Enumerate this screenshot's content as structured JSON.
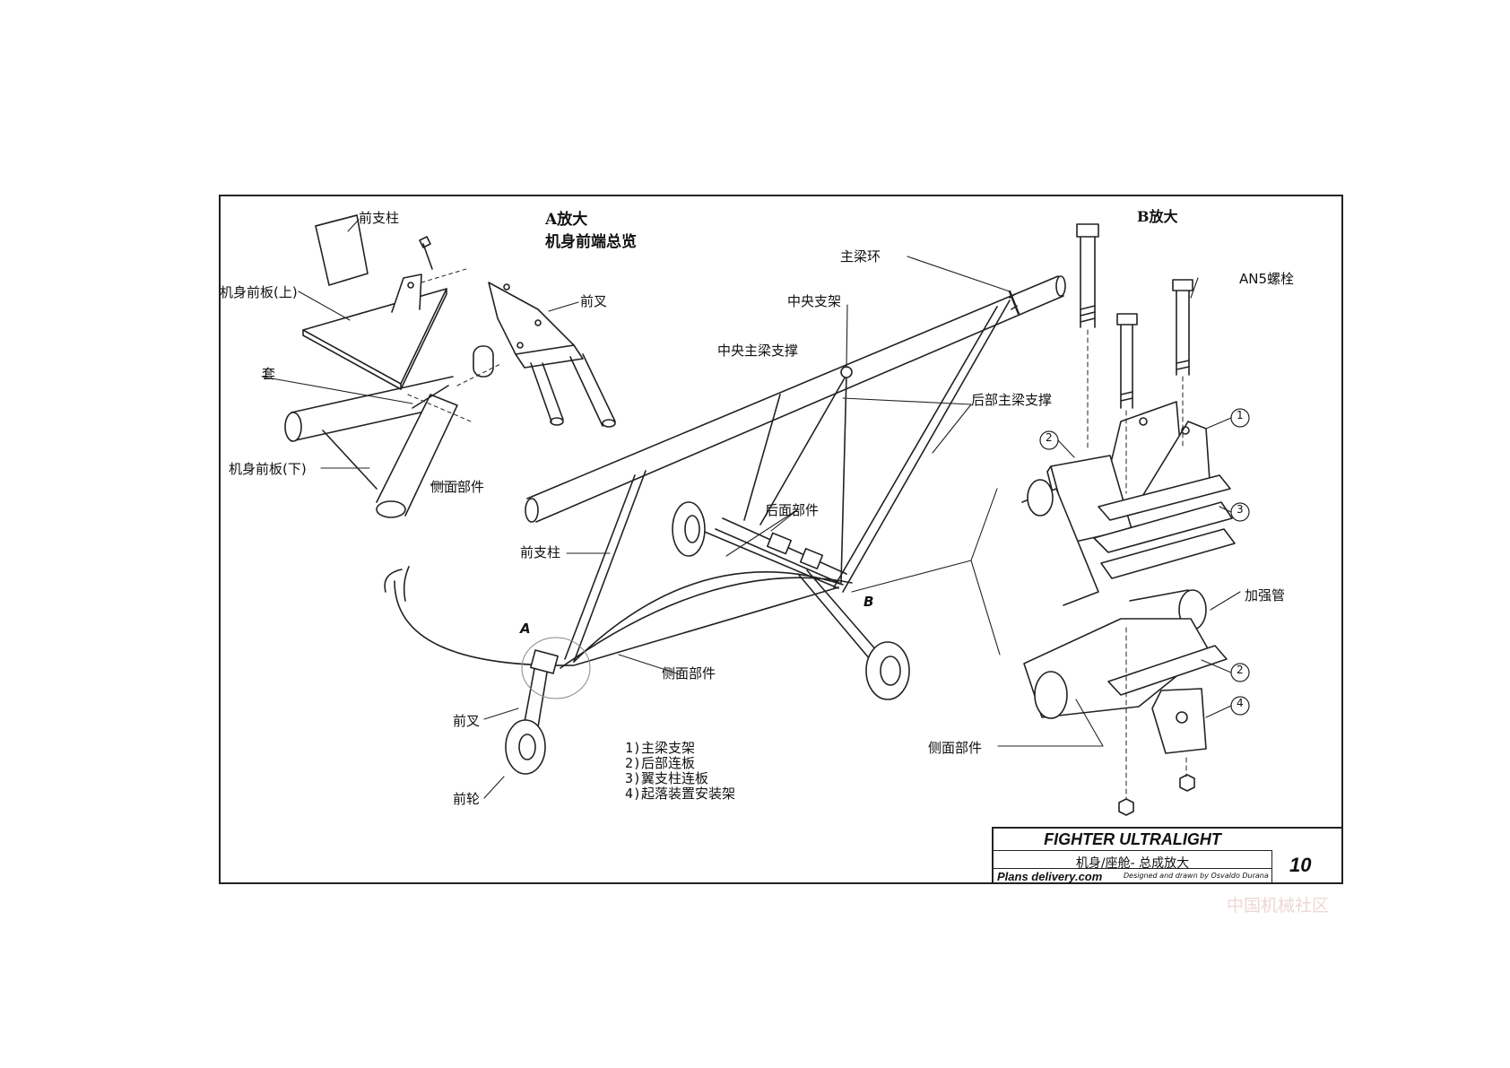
{
  "view_a": {
    "title_line1": "A放大",
    "title_line2": "机身前端总览"
  },
  "view_b": {
    "title": "B放大"
  },
  "labels": {
    "front_strut_a": "前支柱",
    "front_panel_upper": "机身前板(上)",
    "sleeve": "套",
    "front_fork_a": "前叉",
    "front_panel_lower": "机身前板(下)",
    "side_part_a": "侧面部件",
    "main_beam_ring": "主梁环",
    "center_bracket": "中央支架",
    "center_beam_support": "中央主梁支撑",
    "rear_beam_support": "后部主梁支撑",
    "rear_part": "后面部件",
    "front_strut_main": "前支柱",
    "side_part_main": "侧面部件",
    "front_fork_main": "前叉",
    "front_wheel": "前轮",
    "marker_a": "A",
    "marker_b": "B",
    "an5_bolt": "AN5螺栓",
    "reinforce_tube": "加强管",
    "side_part_b": "侧面部件",
    "callout_1": "1",
    "callout_2a": "2",
    "callout_3": "3",
    "callout_2b": "2",
    "callout_4": "4"
  },
  "legend": [
    "1)主梁支架",
    "2)后部连板",
    "3)翼支柱连板",
    "4)起落装置安装架"
  ],
  "title_block": {
    "product": "FIGHTER ULTRALIGHT",
    "subtitle": "机身/座舱- 总成放大",
    "site": "Plans delivery.com",
    "credit": "Designed and drawn by Osvaldo Durana",
    "page": "10"
  },
  "watermark": "中国机械社区"
}
